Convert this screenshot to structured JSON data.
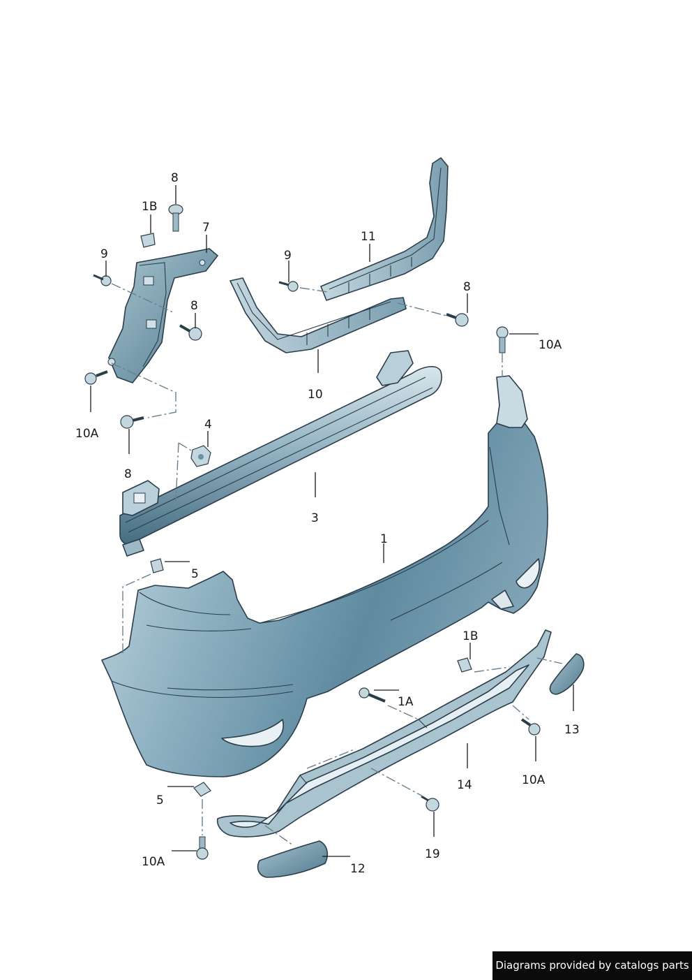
{
  "diagram": {
    "callouts": [
      {
        "id": "c8a",
        "text": "8"
      },
      {
        "id": "c1b",
        "text": "1B"
      },
      {
        "id": "c7",
        "text": "7"
      },
      {
        "id": "c9a",
        "text": "9"
      },
      {
        "id": "c8b",
        "text": "8"
      },
      {
        "id": "c10aa",
        "text": "10A"
      },
      {
        "id": "c8c",
        "text": "8"
      },
      {
        "id": "c4",
        "text": "4"
      },
      {
        "id": "c9b",
        "text": "9"
      },
      {
        "id": "c11",
        "text": "11"
      },
      {
        "id": "c8d",
        "text": "8"
      },
      {
        "id": "c10ab",
        "text": "10A"
      },
      {
        "id": "c10",
        "text": "10"
      },
      {
        "id": "c3",
        "text": "3"
      },
      {
        "id": "c1",
        "text": "1"
      },
      {
        "id": "c5a",
        "text": "5"
      },
      {
        "id": "c1b2",
        "text": "1B"
      },
      {
        "id": "c1a",
        "text": "1A"
      },
      {
        "id": "c13",
        "text": "13"
      },
      {
        "id": "c14",
        "text": "14"
      },
      {
        "id": "c10ac",
        "text": "10A"
      },
      {
        "id": "c5b",
        "text": "5"
      },
      {
        "id": "c19",
        "text": "19"
      },
      {
        "id": "c10ad",
        "text": "10A"
      },
      {
        "id": "c12",
        "text": "12"
      }
    ]
  },
  "credit": {
    "text": "Diagrams provided by catalogs parts"
  },
  "colors": {
    "part_fill": "#6b93a6",
    "part_light": "#b6cdd8",
    "part_dark": "#3f6678",
    "outline": "#2c3d4a",
    "credit_bg": "#0b0b0b"
  }
}
